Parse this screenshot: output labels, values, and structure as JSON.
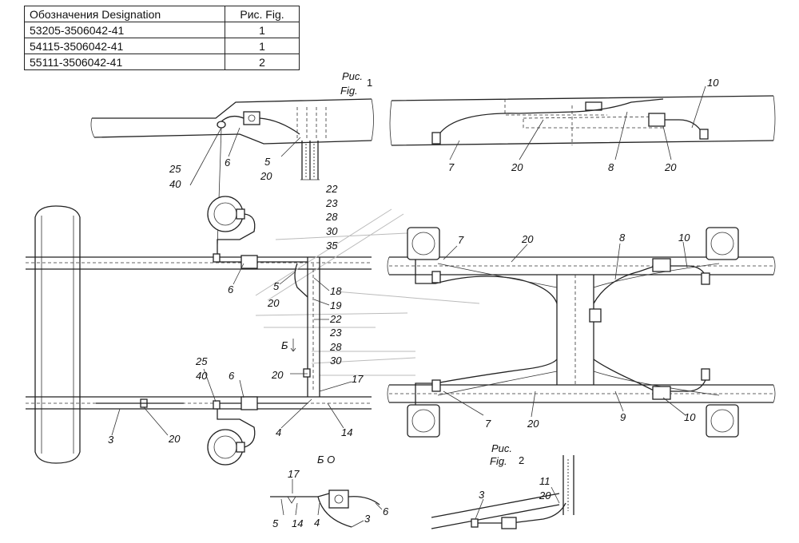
{
  "table": {
    "header": {
      "designation": "Обозначения  Designation",
      "figure": "Рис. Fig."
    },
    "rows": [
      {
        "designation": "53205-3506042-41",
        "figure": "1"
      },
      {
        "designation": "54115-3506042-41",
        "figure": "1"
      },
      {
        "designation": "55111-3506042-41",
        "figure": "2"
      }
    ]
  },
  "figure1": {
    "caption_ru": "Рис.",
    "caption_en": "Fig.",
    "number": "1"
  },
  "figure2": {
    "caption_ru": "Рис.",
    "caption_en": "Fig.",
    "number": "2"
  },
  "view_label": "Б",
  "view_section_label": "Б О",
  "callouts": {
    "fig1_top": [
      "25",
      "40",
      "6",
      "5",
      "20"
    ],
    "fig1_stack": [
      "22",
      "23",
      "28",
      "30",
      "35"
    ],
    "fig1_mid": [
      "6",
      "5",
      "20",
      "18",
      "19",
      "22",
      "23",
      "28",
      "30",
      "20",
      "17",
      "4",
      "14",
      "25",
      "40",
      "6",
      "3",
      "20"
    ],
    "fig2_top": [
      "10",
      "7",
      "20",
      "8",
      "20"
    ],
    "fig2_mid": [
      "7",
      "20",
      "8",
      "10",
      "7",
      "20",
      "9",
      "10"
    ],
    "view_b": [
      "17",
      "5",
      "14",
      "4",
      "3",
      "6"
    ],
    "fig2_bottom": [
      "3",
      "11",
      "20"
    ]
  }
}
